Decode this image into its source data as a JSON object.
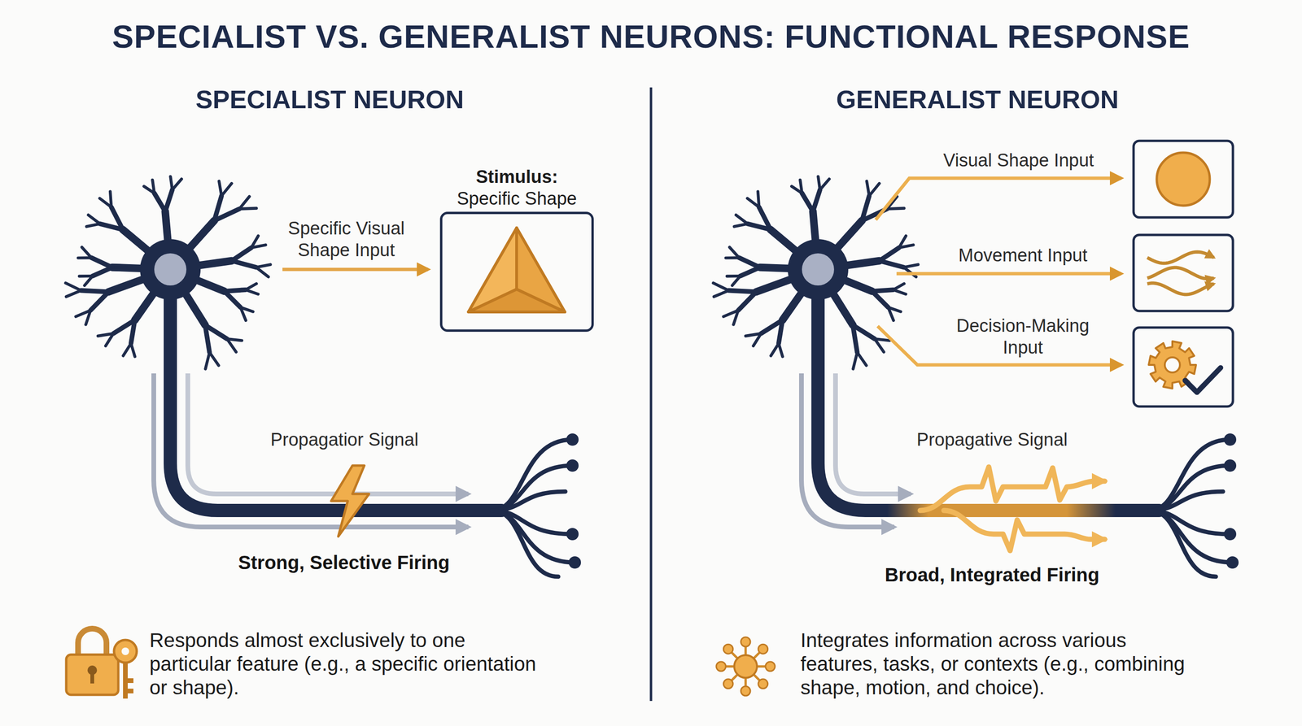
{
  "diagram": {
    "title": "SPECIALIST VS. GENERALIST NEURONS: FUNCTIONAL RESPONSE",
    "nodes": [
      {
        "text": [
          "Stimulus:",
          "Specific Shape"
        ]
      }
    ],
    "labels": [
      "SPECIALIST NEURON",
      "GENERALIST NEURON",
      "Specific Visual Shape Input",
      "Visual Shape Input",
      "Movement Input",
      "Decision-Making Input",
      "Propagatior Signal",
      "Propagative Signal",
      "Strong, Selective Firing",
      "Broad, Integrated Firing",
      "Responds almost exclusively to one particular feature (e.g., a specific orientation or shape).",
      "Integrates information across various features, tasks, or contexts (e.g., combining shape, motion, and choice)."
    ]
  }
}
